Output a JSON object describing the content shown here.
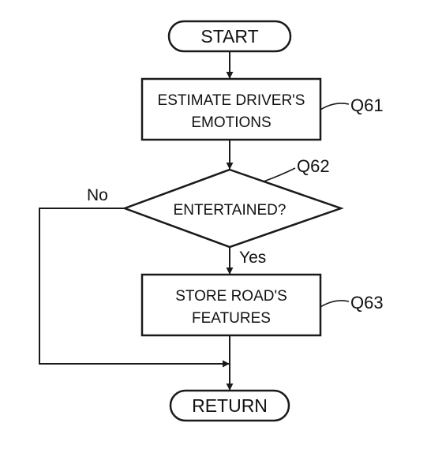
{
  "terminals": {
    "start": "START",
    "end": "RETURN"
  },
  "steps": {
    "q61": {
      "ref": "Q61",
      "lines": [
        "ESTIMATE DRIVER'S",
        "EMOTIONS"
      ]
    },
    "q62": {
      "ref": "Q62",
      "text": "ENTERTAINED?"
    },
    "q63": {
      "ref": "Q63",
      "lines": [
        "STORE ROAD'S",
        "FEATURES"
      ]
    }
  },
  "branches": {
    "yes": "Yes",
    "no": "No"
  }
}
